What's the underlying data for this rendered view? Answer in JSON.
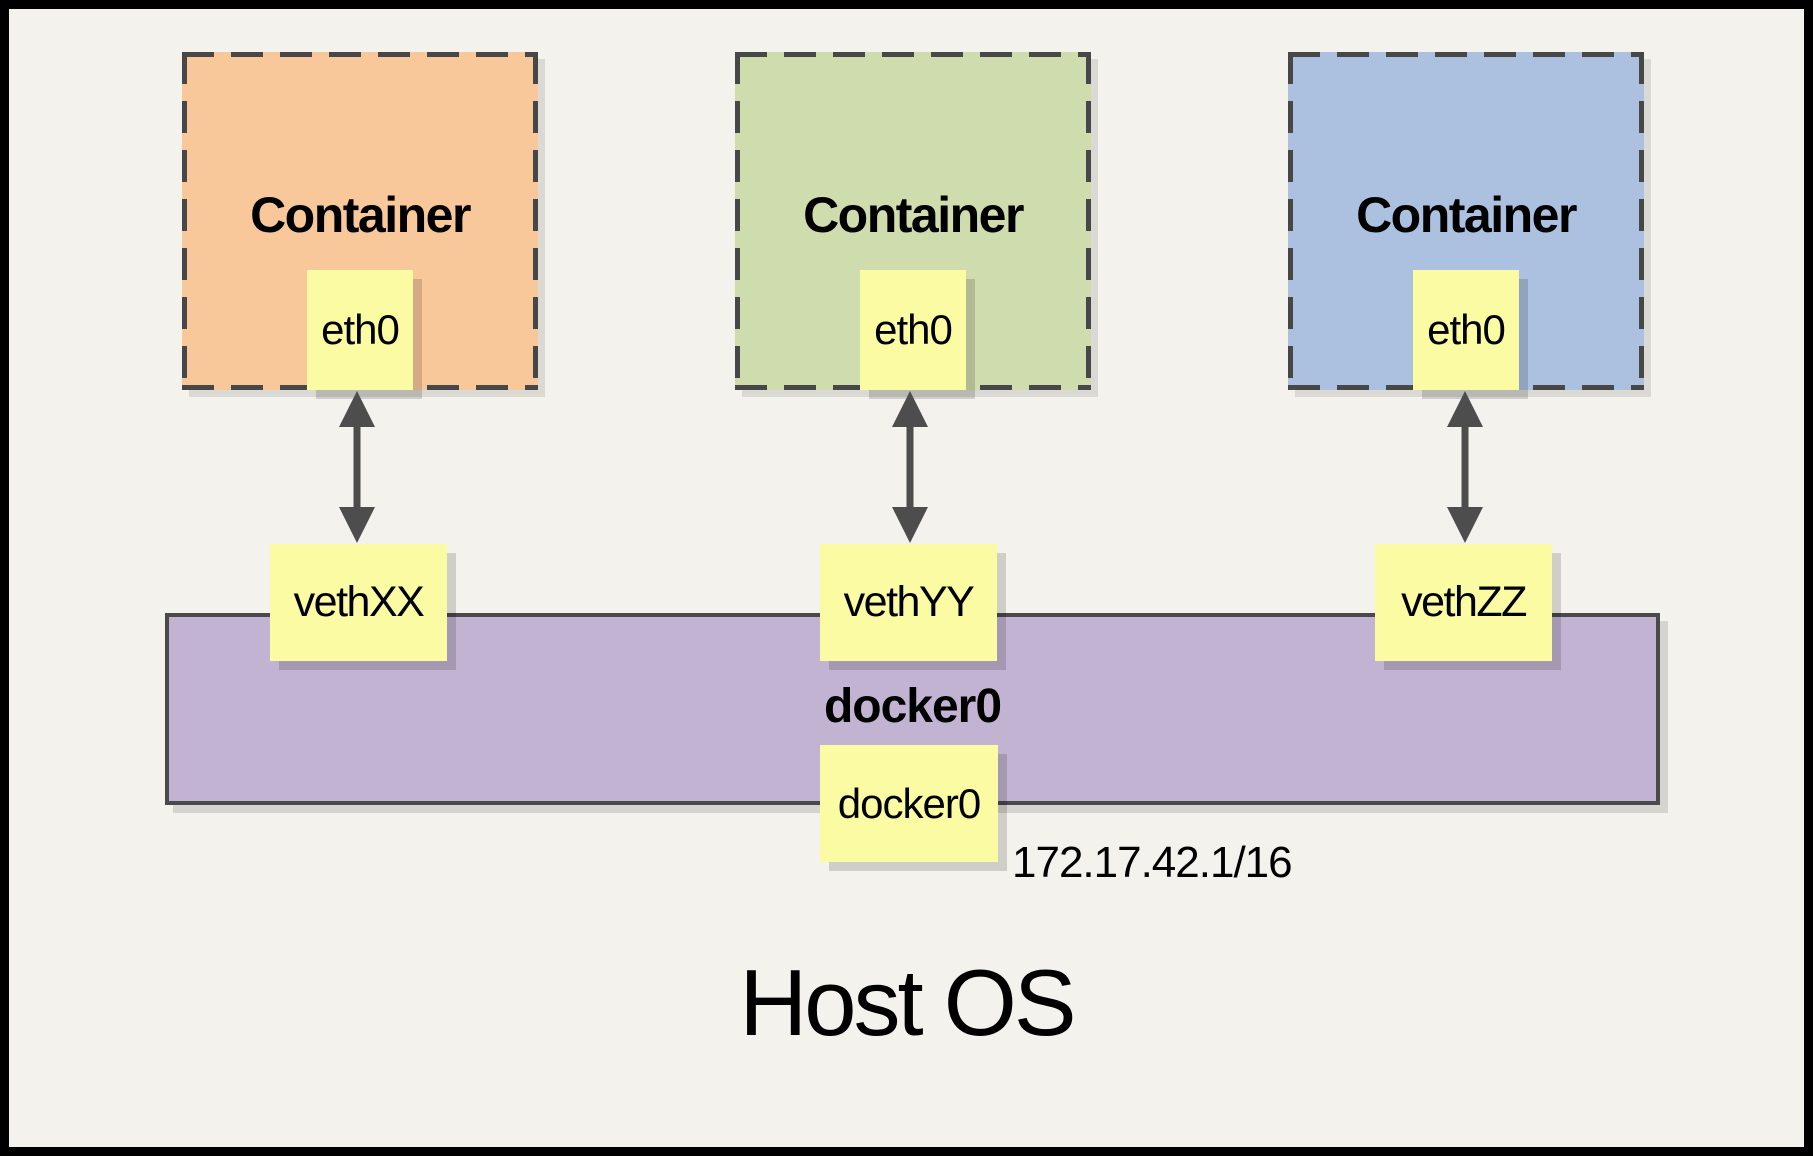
{
  "diagram": {
    "title_semantic": "Docker default bridge networking diagram",
    "host_label": "Host OS",
    "containers": [
      {
        "label": "Container",
        "interface_label": "eth0",
        "veth_label": "vethXX",
        "fill": "#f8c89b"
      },
      {
        "label": "Container",
        "interface_label": "eth0",
        "veth_label": "vethYY",
        "fill": "#cfdcad"
      },
      {
        "label": "Container",
        "interface_label": "eth0",
        "veth_label": "vethZZ",
        "fill": "#abc1df"
      }
    ],
    "bridge": {
      "label": "docker0",
      "interface_label": "docker0",
      "ip": "172.17.42.1/16",
      "fill": "#c2b3d2"
    },
    "colors": {
      "background": "#f4f2ed",
      "frame": "#000000",
      "note_fill": "#fbfba3",
      "dashed_border": "#474747",
      "bridge_border": "#4a4a4a",
      "arrow": "#4d4d4d"
    }
  }
}
